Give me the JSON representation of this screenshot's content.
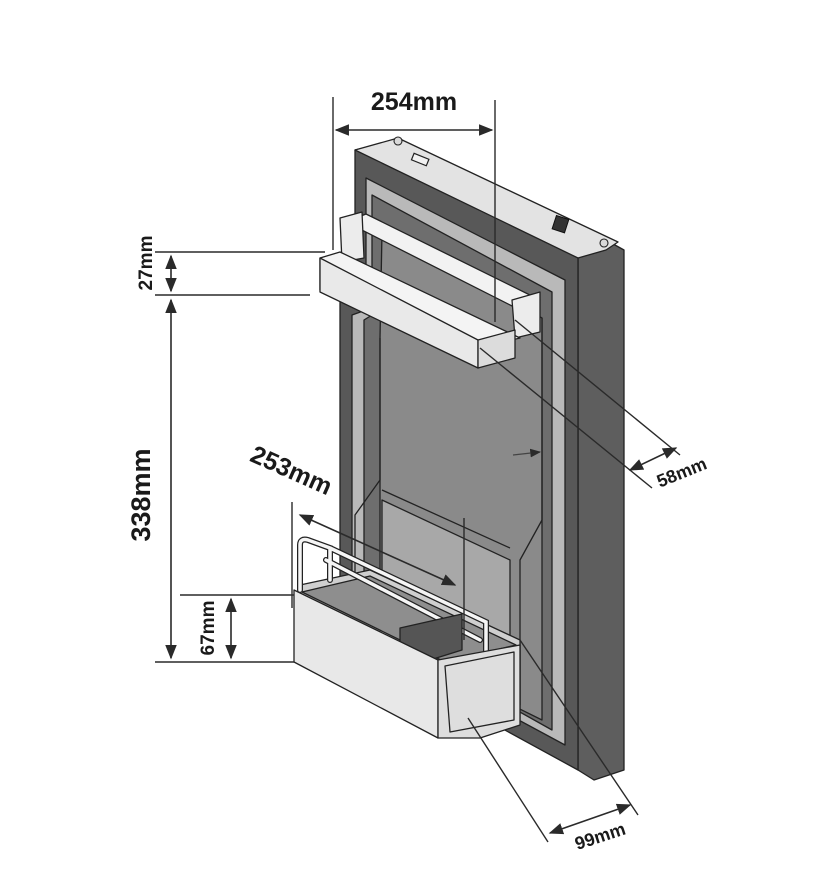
{
  "dimensions": {
    "shelf_width": "254mm",
    "shelf_height": "27mm",
    "shelf_depth": "58mm",
    "door_span": "338mm",
    "bin_width": "253mm",
    "bin_height": "67mm",
    "bin_depth": "99mm"
  },
  "colors": {
    "door_frame": "#585858",
    "door_panel": "#8a8a8a",
    "gasket": "#b9b9b9",
    "bin_fill": "#e6e6e6",
    "line": "#222222"
  },
  "icons": [
    "latch-icon",
    "hinge-pin-icon",
    "lock-button-icon",
    "rotation-arrow-icon"
  ]
}
